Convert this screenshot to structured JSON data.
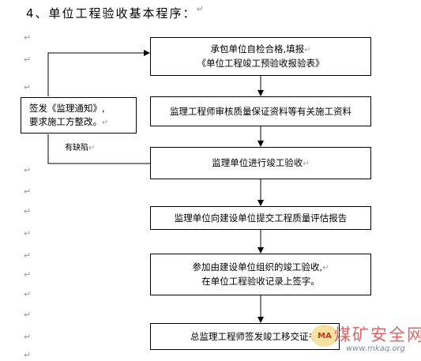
{
  "heading": {
    "number": "4、",
    "text": "单位工程验收基本程序："
  },
  "return_mark": "↵",
  "boxes": {
    "b1": {
      "line1": "承包单位自检合格,填报",
      "line2": "《单位工程竣工预验收报验表》"
    },
    "b2": {
      "line1": "监理工程师审核质量保证资料等有关施工资料"
    },
    "b3": {
      "line1": "监理单位进行竣工验收"
    },
    "b4": {
      "line1": "监理单位向建设单位提交工程质量评估报告"
    },
    "b5": {
      "line1": "参加由建设单位组织的竣工验收,",
      "line2": "在单位工程验收记录上签字。"
    },
    "b6": {
      "line1": "总监理工程师签发竣工移交证书"
    },
    "left": {
      "line1": "签发《监理通知》,",
      "line2": "要求施工方整改。"
    }
  },
  "defect_label": "有缺陷",
  "watermark": {
    "badge": "MA",
    "text": "煤矿安全网",
    "url": "www.mkaq.org"
  }
}
